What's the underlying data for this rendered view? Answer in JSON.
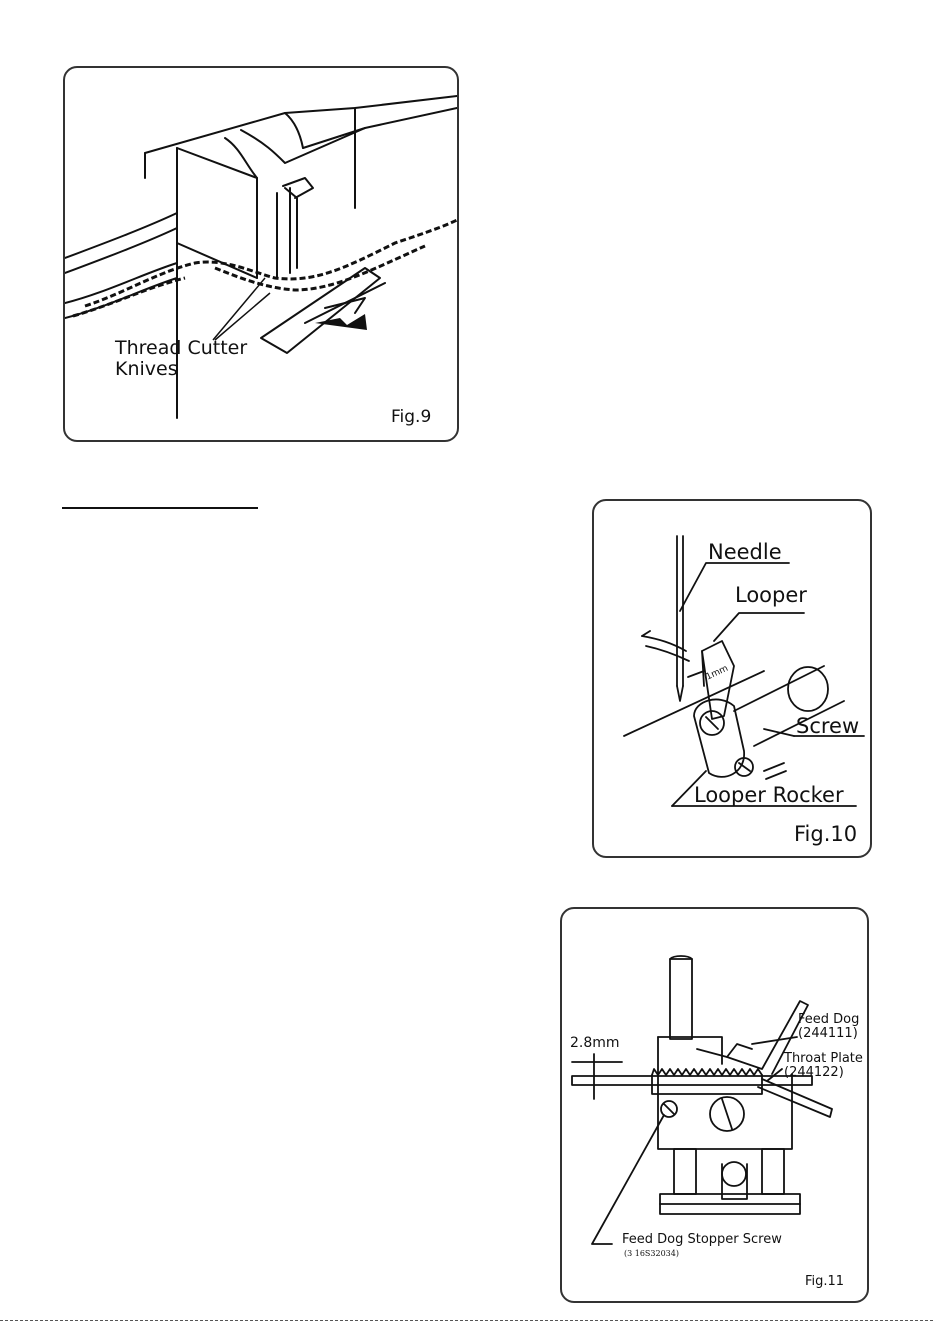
{
  "fig9": {
    "caption": "Fig.9",
    "label_line1": "Thread Cutter",
    "label_line2": "Knives"
  },
  "fig10": {
    "caption": "Fig.10",
    "needle": "Needle",
    "looper": "Looper",
    "screw": "Screw",
    "looper_rocker": "Looper Rocker",
    "gap": "1mm"
  },
  "fig11": {
    "caption": "Fig.11",
    "height": "2.8mm",
    "feed_dog": "Feed Dog",
    "feed_dog_part": "(244111)",
    "throat_plate": "Throat Plate",
    "throat_plate_part": "(244122)",
    "stopper_screw": "Feed Dog Stopper Screw",
    "stopper_screw_part": "(3 16S32034)"
  }
}
